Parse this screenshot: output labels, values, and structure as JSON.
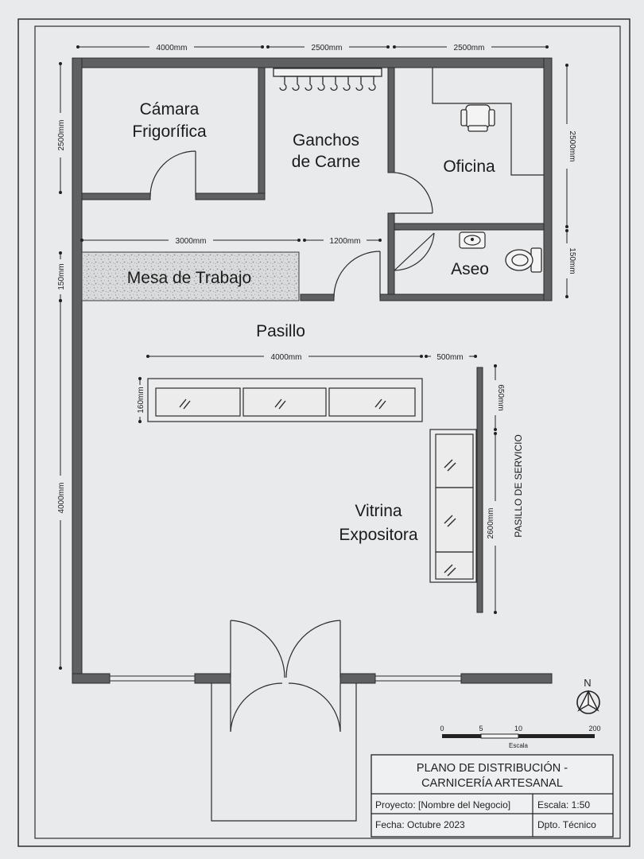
{
  "rooms": {
    "camara_line1": "Cámara",
    "camara_line2": "Frigorífica",
    "ganchos_line1": "Ganchos",
    "ganchos_line2": "de Carne",
    "oficina": "Oficina",
    "aseo": "Aseo",
    "mesa": "Mesa de Trabajo",
    "pasillo": "Pasillo",
    "vitrina_line1": "Vitrina",
    "vitrina_line2": "Expositora",
    "pasillo_servicio": "PASILLO DE SERVICIO"
  },
  "dimensions": {
    "top_left": "4000mm",
    "top_middle": "2500mm",
    "top_right": "2500mm",
    "left_upper": "2500mm",
    "left_middle": "150mm",
    "left_lower": "4000mm",
    "right_upper": "2500mm",
    "right_middle": "150mm",
    "mesa_length": "3000mm",
    "door_gap": "1200mm",
    "vitrina_top": "4000mm",
    "vitrina_gap": "500mm",
    "vitrina_depth": "160mm",
    "vitrina_right_gap": "650mm",
    "vitrina_side": "2600mm"
  },
  "compass": {
    "label": "N"
  },
  "scale_bar": {
    "ticks": [
      "0",
      "5",
      "10",
      "200"
    ],
    "caption": "Escala"
  },
  "title_block": {
    "title_line1": "PLANO DE DISTRIBUCIÓN -",
    "title_line2": "CARNICERÍA ARTESANAL",
    "project": "Proyecto: [Nombre del Negocio]",
    "scale": "Escala: 1:50",
    "date": "Fecha: Octubre 2023",
    "department": "Dpto. Técnico"
  },
  "colors": {
    "wall": "#5f6062",
    "line": "#2b2b2b",
    "paper": "#e9eaec"
  }
}
